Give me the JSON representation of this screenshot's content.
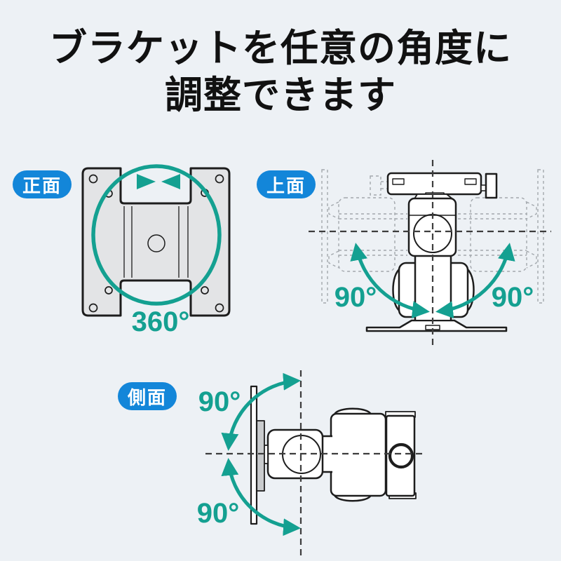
{
  "title": {
    "line1": "ブラケットを任意の角度に",
    "line2": "調整できます"
  },
  "views": {
    "front": {
      "label": "正面",
      "angle": "360°"
    },
    "top": {
      "label": "上面",
      "left_angle": "90°",
      "right_angle": "90°"
    },
    "side": {
      "label": "側面",
      "upper_angle": "90°",
      "lower_angle": "90°"
    }
  },
  "colors": {
    "background": "#edf1f5",
    "badge_blue": "#1386d9",
    "accent_teal": "#14a091",
    "outline_black": "#1d1d1d",
    "ghost_gray": "#a3a8ad",
    "plate_gray": "#e3e4e6"
  }
}
